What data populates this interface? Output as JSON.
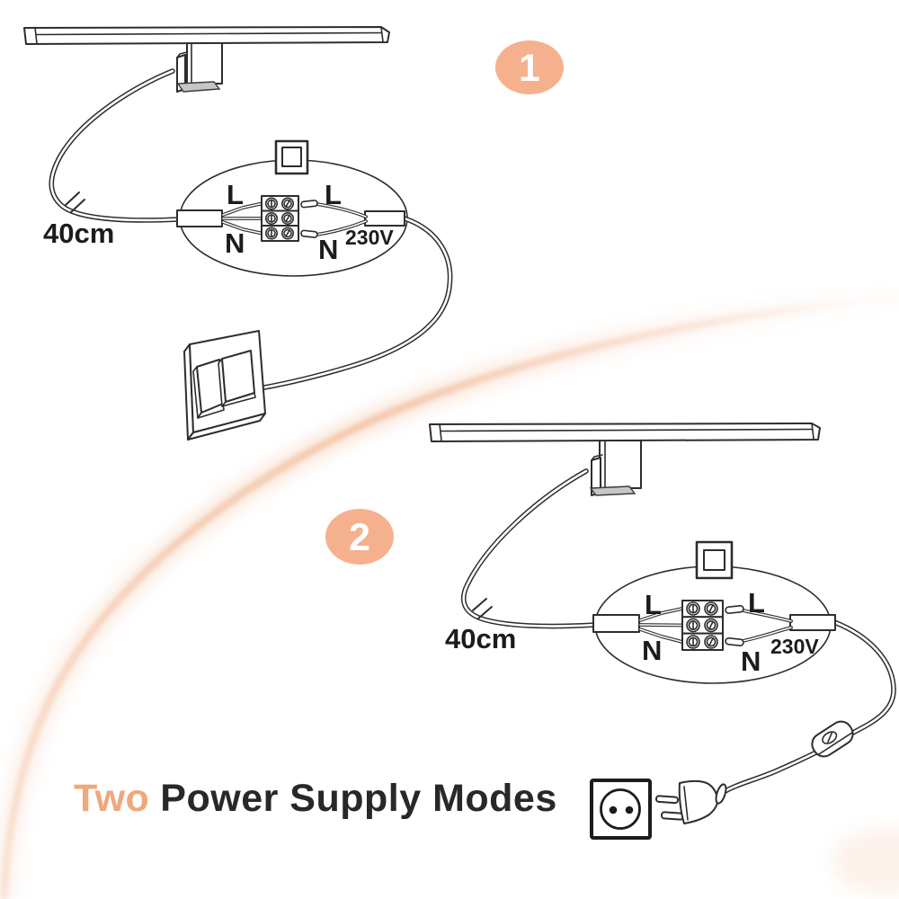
{
  "colors": {
    "accent_text": "#efa87a",
    "badge_fill": "#f5b18e",
    "line_art": "#2d2d2d",
    "swoosh": "#f3c0a0"
  },
  "title": {
    "highlight": "Two",
    "rest": "Power Supply Modes"
  },
  "mode1": {
    "badge": "1",
    "cable_length": "40cm",
    "voltage": "230V",
    "terminals": {
      "left_live": "L",
      "left_neutral": "N",
      "right_live": "L",
      "right_neutral": "N"
    }
  },
  "mode2": {
    "badge": "2",
    "cable_length": "40cm",
    "voltage": "230V",
    "terminals": {
      "left_live": "L",
      "left_neutral": "N",
      "right_live": "L",
      "right_neutral": "N"
    }
  }
}
